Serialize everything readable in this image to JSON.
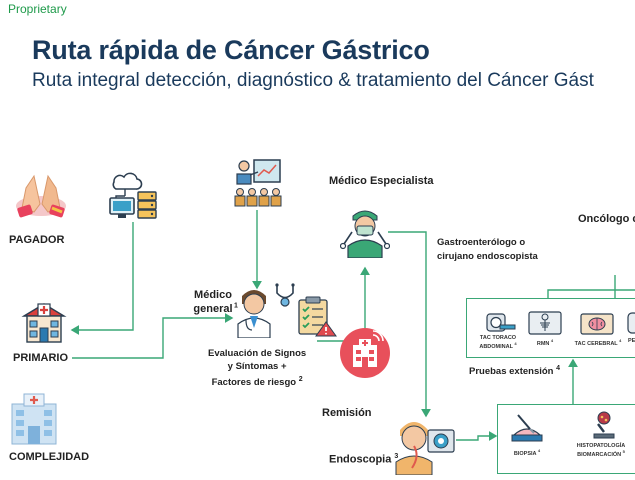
{
  "header": {
    "proprietary": "Proprietary",
    "title": "Ruta rápida de Cáncer Gástrico",
    "subtitle": "Ruta integral detección, diagnóstico & tratamiento del Cáncer Gást"
  },
  "nodes": {
    "pagador": "PAGADOR",
    "primario": "PRIMARIO",
    "complejidad": "COMPLEJIDAD",
    "medico_general": "Médico general",
    "medico_general_ref": "1",
    "evaluacion_line1": "Evaluación de Signos",
    "evaluacion_line2": "y Síntomas +",
    "evaluacion_line3": "Factores de  riesgo",
    "evaluacion_ref": "2",
    "medico_especialista": "Médico Especialista",
    "gastro_line1": "Gastroenterólogo o",
    "gastro_line2": "cirujano endoscopista",
    "remision": "Remisión",
    "endoscopia": "Endoscopia",
    "endoscopia_ref": "3",
    "oncologo": "Oncólogo cli",
    "pruebas_extension": "Pruebas extensión",
    "pruebas_extension_ref": "4",
    "tac_toraco_line1": "TAC TORACO",
    "tac_toraco_line2": "ABDOMINAL",
    "tac_toraco_ref": "4",
    "rmn": "RMN",
    "rmn_ref": "4",
    "tac_cerebral": "TAC CEREBRAL",
    "tac_cerebral_ref": "4",
    "pe_partial": "PE",
    "biopsia": "BIOPSIA",
    "biopsia_ref": "4",
    "histo_line1": "HISTOPATOLOGÍA",
    "histo_line2": "BIOMARCACIÓN",
    "histo_ref": "5"
  },
  "colors": {
    "connector": "#3aa776",
    "title": "#1a3a5c",
    "proprietary": "#1e9a4a",
    "alert": "#e04a4f"
  }
}
